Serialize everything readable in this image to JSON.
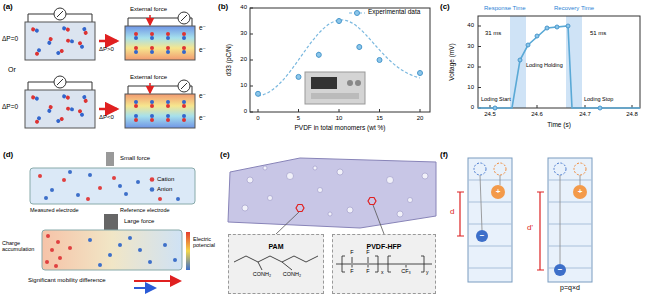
{
  "diagram": {
    "nodes": [
      {
        "text": [
          "PAM"
        ]
      },
      {
        "text": [
          "PVDF-HFP"
        ]
      }
    ],
    "labels": [
      "(a)",
      "ΔP=0",
      "Or",
      "ΔP=0",
      "External force",
      "ΔP>0",
      "e⁻",
      "e⁻",
      "External force",
      "ΔP<0",
      "e⁻",
      "e⁻",
      "(b)",
      "d33 (pC/N)",
      "0",
      "10",
      "20",
      "30",
      "40",
      "0",
      "5",
      "10",
      "15",
      "20",
      "PVDF in total monomers (wt %)",
      "(c)",
      "Voltage (mV)",
      "0",
      "10",
      "20",
      "30",
      "40",
      "24.5",
      "24.6",
      "24.7",
      "24.8",
      "Time (s)",
      "Response Time",
      "31 ms",
      "Recovery Time",
      "51 ms",
      "Loding Start",
      "Loding Holding",
      "Loding Stop",
      "(d)",
      "Small force",
      "Cation",
      "Anion",
      "Measured electrode",
      "Reference electrode",
      "Large force",
      "Charge accumulation",
      "Electric potencial",
      "Significant mobility difference",
      "(e)",
      "CONH₂",
      "CONH₂",
      "F",
      "F",
      "F",
      "F",
      "CF₃",
      "x",
      "y",
      "(f)",
      "d",
      "d'",
      "p=q×d",
      "+",
      "−",
      "+",
      "−"
    ],
    "legend": [
      {
        "text": "Experimental data"
      }
    ]
  }
}
